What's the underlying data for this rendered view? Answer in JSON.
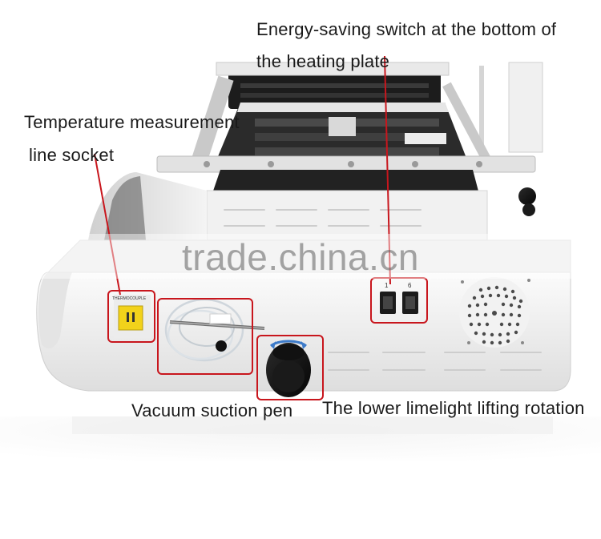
{
  "image": {
    "description_colors": {
      "background": "#ffffff",
      "machine_body": "#f3f3f3",
      "callout_red": "#c8161d",
      "connector_yellow": "#f2d21b"
    }
  },
  "callouts": {
    "energy_switch_line1": "Energy-saving switch at the bottom of",
    "energy_switch_line2": "the heating plate",
    "temp_socket_line1": "Temperature measurement",
    "temp_socket_line2": "line socket",
    "vacuum_pen": "Vacuum suction pen",
    "lower_light": "The lower limelight lifting rotation"
  },
  "watermark": "trade.china.cn",
  "machine_labels": {
    "thermocouple": "THERMOCOUPLE",
    "switch_left": "1",
    "switch_right": "6"
  },
  "icons": {
    "fan_grille": "fan-vent-icon",
    "rotation_knob": "rotation-knob-icon"
  }
}
